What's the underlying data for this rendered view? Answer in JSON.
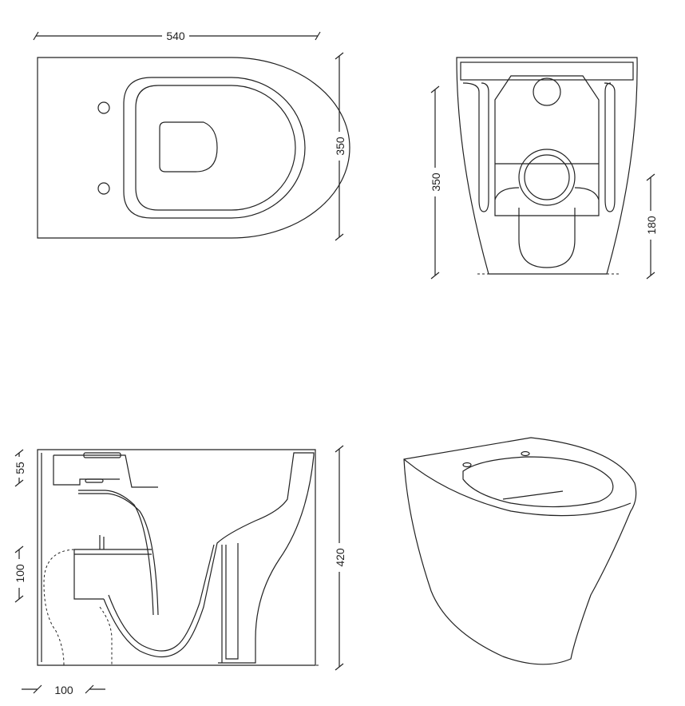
{
  "dimensions": {
    "top_view_width": "540",
    "top_view_depth": "350",
    "front_view_height": "350",
    "front_view_outlet_height": "180",
    "side_view_inlet_height": "55",
    "side_view_outlet_size": "100",
    "side_view_total_height": "420",
    "side_view_outlet_offset": "100"
  }
}
